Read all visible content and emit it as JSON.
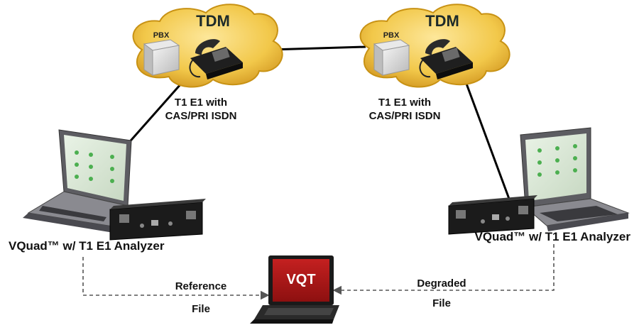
{
  "clouds": {
    "left": {
      "title": "TDM",
      "pbx_label": "PBX"
    },
    "right": {
      "title": "TDM",
      "pbx_label": "PBX"
    }
  },
  "links": {
    "left_label_line1": "T1 E1 with",
    "left_label_line2": "CAS/PRI ISDN",
    "right_label_line1": "T1 E1 with",
    "right_label_line2": "CAS/PRI ISDN"
  },
  "analyzers": {
    "left_label": "VQuad™ w/ T1 E1 Analyzer",
    "right_label": "VQuad™ w/ T1 E1 Analyzer"
  },
  "vqt": {
    "screen_label": "VQT",
    "reference_line1": "Reference",
    "reference_line2": "File",
    "degraded_line1": "Degraded",
    "degraded_line2": "File"
  },
  "colors": {
    "cloud": "#f2c84a",
    "cloud_edge": "#c89214",
    "vqt_screen": "#b01818",
    "device_body": "#1b1b1b",
    "laptop_body": "#6f6f73"
  }
}
